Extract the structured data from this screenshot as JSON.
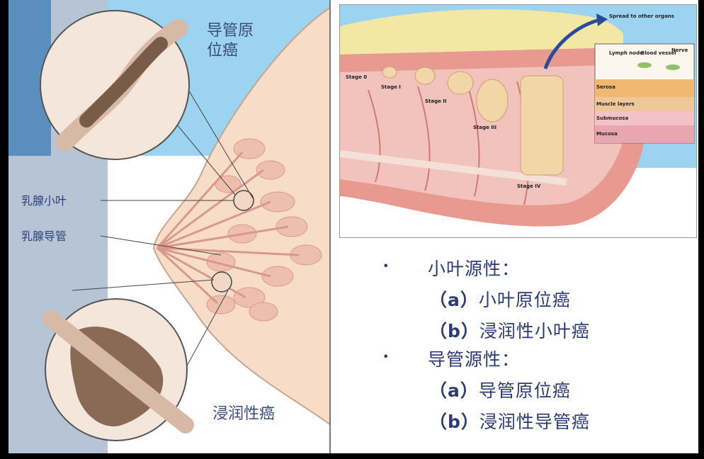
{
  "left_diagram": {
    "label_dcis": "导管原\n位癌",
    "label_lobule": "乳腺小叶",
    "label_duct": "乳腺导管",
    "label_invasive": "浸润性癌"
  },
  "right_diagram": {
    "label_spread": "Spread to other organs",
    "stage_labels": [
      "Stage 0",
      "Stage I",
      "Stage II",
      "Stage III",
      "Stage IV"
    ],
    "layer_labels": [
      "Serosa",
      "Muscle layers",
      "Submucosa",
      "Mucosa"
    ],
    "top_labels": [
      "Lymph node",
      "Blood vessel",
      "Nerve"
    ]
  },
  "classification": {
    "items": [
      {
        "heading": "小叶源性：",
        "subs": [
          {
            "marker": "（a）",
            "text": "小叶原位癌"
          },
          {
            "marker": "（b）",
            "text": "浸润性小叶癌"
          }
        ]
      },
      {
        "heading": "导管源性：",
        "subs": [
          {
            "marker": "（a）",
            "text": "导管原位癌"
          },
          {
            "marker": "（b）",
            "text": "浸润性导管癌"
          }
        ]
      }
    ],
    "bullet_symbol": "•"
  }
}
